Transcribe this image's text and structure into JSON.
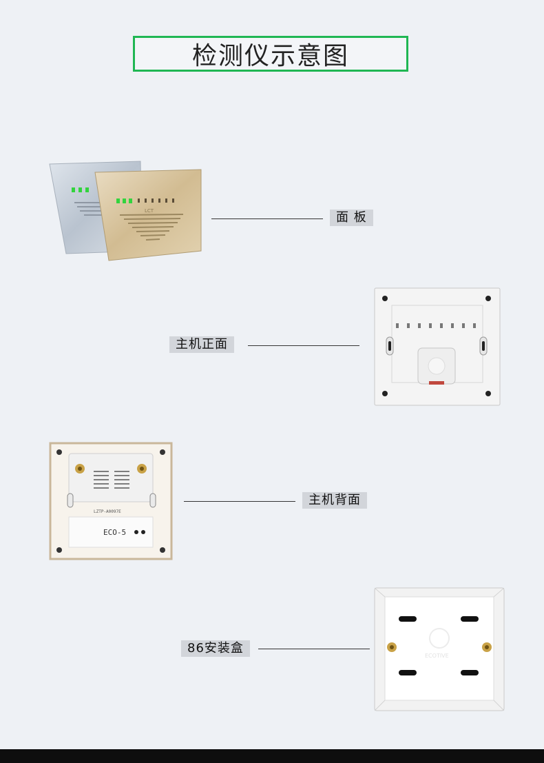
{
  "title": "检测仪示意图",
  "items": [
    {
      "label": "面 板"
    },
    {
      "label": "主机正面"
    },
    {
      "label": "主机背面"
    },
    {
      "label": "86安装盒"
    }
  ],
  "panel_text": "LCT",
  "back_model": "LZTP-A0097E",
  "back_text": "ECO-5",
  "box_text": "ECOTIVE"
}
